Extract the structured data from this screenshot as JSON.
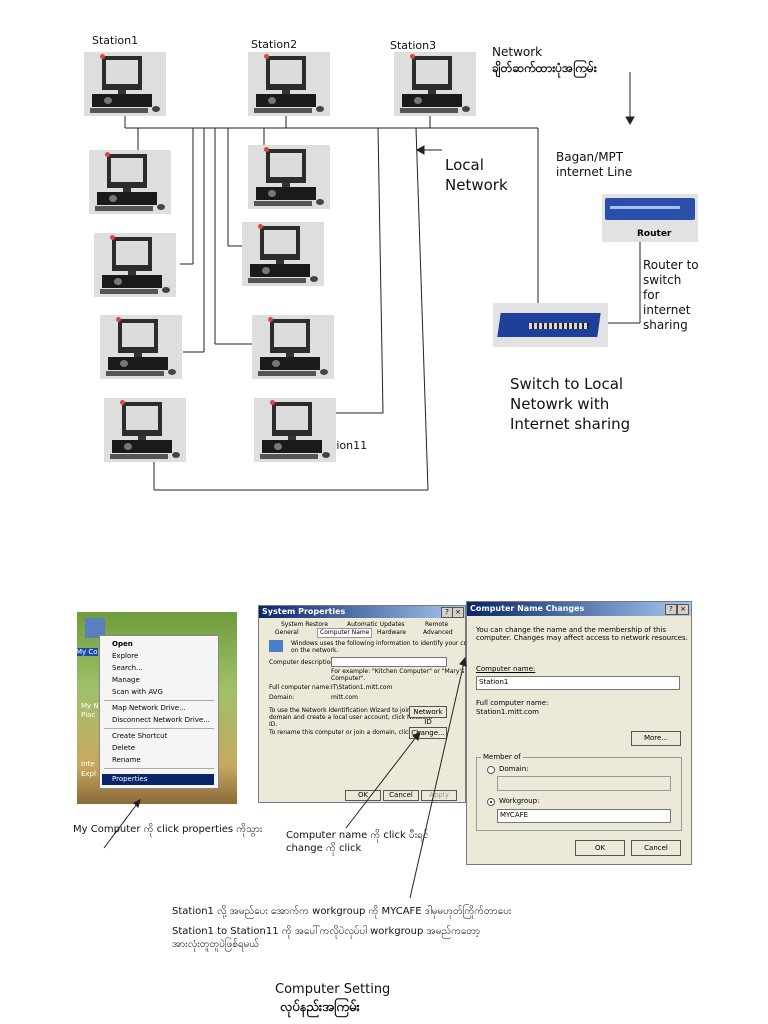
{
  "stations": {
    "station1": "Station1",
    "station2": "Station2",
    "station3": "Station3",
    "station11": "Station11"
  },
  "network": {
    "title": "Network",
    "subtitle_mm": "ချိတ်ဆက်ထားပုံအကြမ်း",
    "local_line1": "Local",
    "local_line2": "Network",
    "isp_line1": "Bagan/MPT",
    "isp_line2": "internet Line",
    "router_label": "Router",
    "router_note": [
      "Router to",
      "switch",
      "for",
      "internet",
      "sharing"
    ],
    "switch_note": [
      "Switch to Local",
      "Netowrk with",
      "Internet sharing"
    ]
  },
  "context_menu": {
    "items": [
      "Open",
      "Explore",
      "Search...",
      "Manage",
      "Scan with AVG",
      "Map Network Drive...",
      "Disconnect Network Drive...",
      "Create Shortcut",
      "Delete",
      "Rename",
      "Properties"
    ],
    "desktop_label": "My Co",
    "side_labels": [
      "My N",
      "Plac",
      "Inte",
      "Expl"
    ]
  },
  "system_properties": {
    "title": "System Properties",
    "tabs_top": [
      "System Restore",
      "Automatic Updates",
      "Remote"
    ],
    "tabs_bottom": [
      "General",
      "Computer Name",
      "Hardware",
      "Advanced"
    ],
    "intro": [
      "Windows uses the following information to identify your computer",
      "on the network."
    ],
    "desc_label": "Computer description:",
    "desc_example": [
      "For example: \"Kitchen Computer\" or \"Mary's",
      "Computer\"."
    ],
    "full_name_label": "Full computer name:",
    "full_name_value": "IT\\Station1.mitt.com",
    "domain_label": "Domain:",
    "domain_value": "mitt.com",
    "wizard_text": [
      "To use the Network Identification Wizard to join a",
      "domain and create a local user account, click Network",
      "ID."
    ],
    "rename_text": "To rename this computer or join a domain, click Change.",
    "network_id_button": "Network ID",
    "change_button": "Change...",
    "ok": "OK",
    "cancel": "Cancel",
    "apply": "Apply"
  },
  "name_changes": {
    "title": "Computer Name Changes",
    "intro": [
      "You can change the name and the membership of this",
      "computer. Changes may affect access to network resources."
    ],
    "computer_name_label": "Computer name:",
    "computer_name_value": "Station1",
    "full_name_label": "Full computer name:",
    "full_name_value": "Station1.mitt.com",
    "more_button": "More...",
    "member_of": "Member of",
    "domain_option": "Domain:",
    "workgroup_option": "Workgroup:",
    "workgroup_value": "MYCAFE",
    "ok": "OK",
    "cancel": "Cancel"
  },
  "captions": {
    "my_computer": "My Computer ကို click properties ကိုသွား",
    "computer_name_1": "Computer name ကို click ပီးရင်",
    "computer_name_2": "change ကို click",
    "instruction_1": "Station1 လို့ အမည်ပေး အောက်က workgroup ကို MYCAFE ဒါမှမဟုတ်ကြိုက်တာပေး",
    "instruction_2": "Station1 to Station11 ကို အပေါ်ကလိုပဲလုပ်ပါ workgroup အမည်ကတော့",
    "instruction_3": "အားလုံးတူတူပဲဖြစ်ရမယ်",
    "footer_title": "Computer Setting",
    "footer_mm": "လုပ်နည်းအကြမ်း"
  }
}
